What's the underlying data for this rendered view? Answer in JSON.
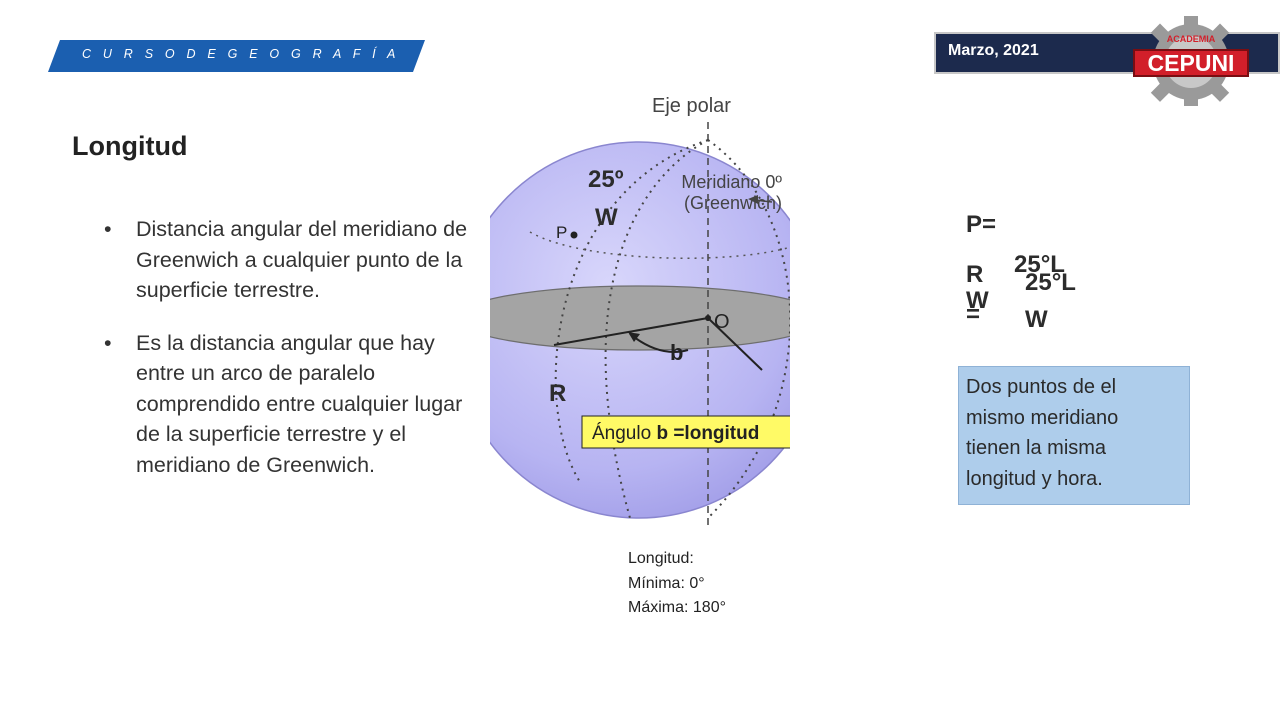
{
  "header": {
    "course_title": "C U R S O D E G E O G R A F Í A",
    "date": "Marzo, 2021",
    "logo_text": "CEPUNI",
    "logo_subtext": "ACADEMIA"
  },
  "content": {
    "title": "Longitud",
    "bullets": [
      "Distancia angular del meridiano de Greenwich a cualquier punto de la superficie terrestre.",
      "Es la distancia angular que hay entre un arco de paralelo comprendido entre cualquier lugar de la superficie terrestre y el meridiano de Greenwich."
    ],
    "bullet_symbol": "•"
  },
  "diagram": {
    "eje_polar": "Eje polar",
    "meridiano_line1": "Meridiano 0º",
    "meridiano_line2": "(Greenwich)",
    "point_p": "P",
    "point_o": "O",
    "arc_b": "b",
    "angle_label_prefix": "Ángulo ",
    "angle_label_bold": "b =longitud",
    "label_25": "25º",
    "label_w": "W",
    "label_r": "R"
  },
  "caption": {
    "line1": "Longitud:",
    "line2": "Mínima: 0°",
    "line3": "Máxima: 180°"
  },
  "formula": {
    "p_eq": "P=",
    "r": "R",
    "val1": "25°L",
    "w1": "W",
    "eq": "=",
    "val2": "25°L",
    "w2": "W"
  },
  "info_box": {
    "text": "Dos puntos de el mismo meridiano tienen la misma longitud y hora."
  },
  "colors": {
    "banner": "#1b5fb0",
    "date_box": "#1c2a4d",
    "info_box": "#aecdeb",
    "globe": "#b9b6f3",
    "logo_red": "#d21f2a"
  }
}
